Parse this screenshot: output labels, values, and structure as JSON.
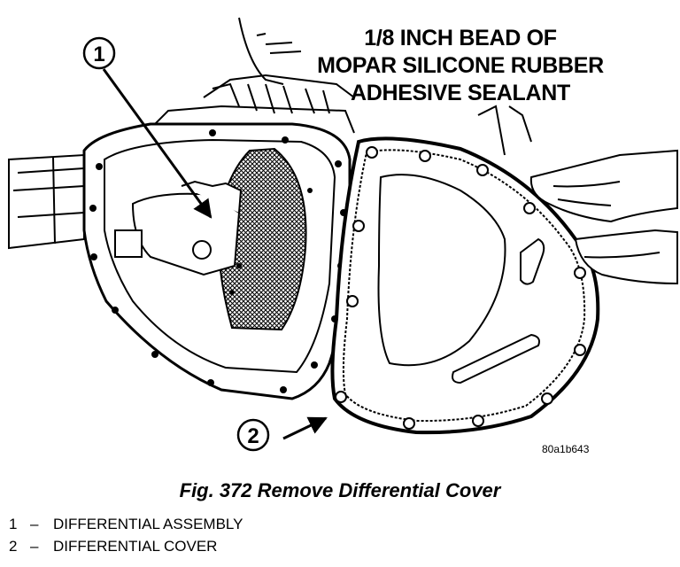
{
  "callout": {
    "line1": "1/8 INCH BEAD OF",
    "line2": "MOPAR SILICONE RUBBER",
    "line3": "ADHESIVE SEALANT"
  },
  "reference_code": "80a1b643",
  "caption": "Fig. 372 Remove Differential Cover",
  "markers": {
    "one": "1",
    "two": "2"
  },
  "legend": [
    {
      "num": "1",
      "dash": "–",
      "label": "DIFFERENTIAL ASSEMBLY"
    },
    {
      "num": "2",
      "dash": "–",
      "label": "DIFFERENTIAL COVER"
    }
  ]
}
